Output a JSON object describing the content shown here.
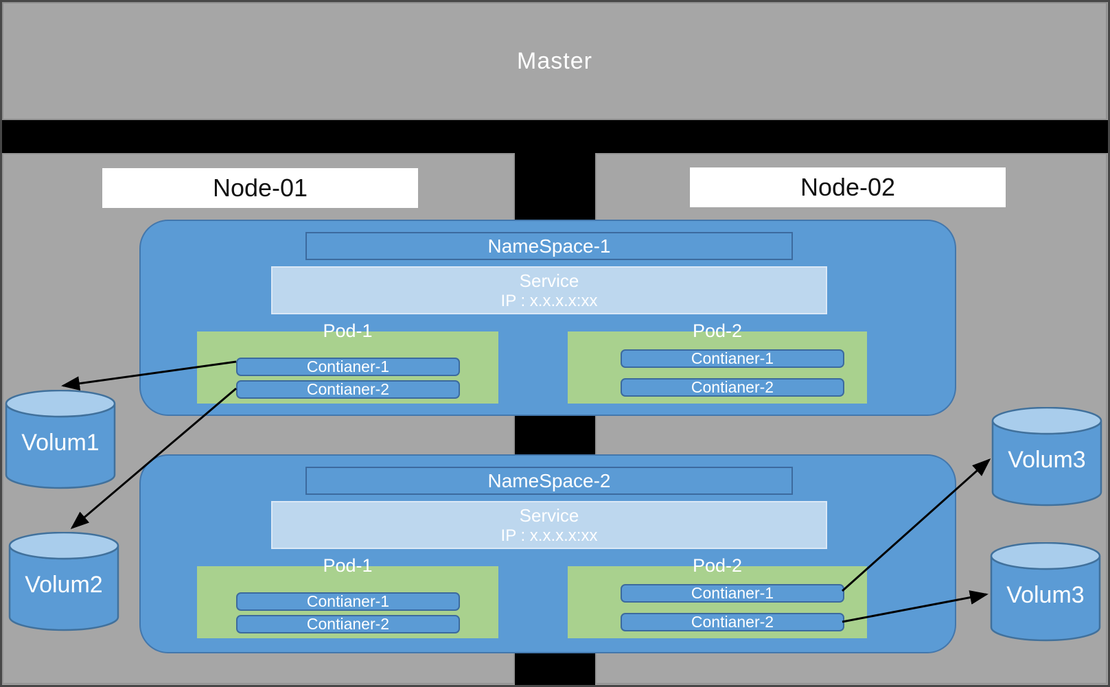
{
  "master": {
    "label": "Master"
  },
  "nodes": [
    {
      "label": "Node-01"
    },
    {
      "label": "Node-02"
    }
  ],
  "namespaces": [
    {
      "title": "NameSpace-1",
      "service": {
        "name": "Service",
        "ip": "IP : x.x.x.x:xx"
      },
      "pods": [
        {
          "label": "Pod-1",
          "containers": [
            "Contianer-1",
            "Contianer-2"
          ]
        },
        {
          "label": "Pod-2",
          "containers": [
            "Contianer-1",
            "Contianer-2"
          ]
        }
      ]
    },
    {
      "title": "NameSpace-2",
      "service": {
        "name": "Service",
        "ip": "IP : x.x.x.x:xx"
      },
      "pods": [
        {
          "label": "Pod-1",
          "containers": [
            "Contianer-1",
            "Contianer-2"
          ]
        },
        {
          "label": "Pod-2",
          "containers": [
            "Contianer-1",
            "Contianer-2"
          ]
        }
      ]
    }
  ],
  "volumes": [
    {
      "label": "Volum1"
    },
    {
      "label": "Volum2"
    },
    {
      "label": "Volum3"
    },
    {
      "label": "Volum3"
    }
  ],
  "colors": {
    "background_gray": "#A6A6A6",
    "bar_black": "#000000",
    "namespace_blue": "#5B9BD5",
    "border_blue": "#41719C",
    "service_light_blue": "#BDD7EE",
    "pod_green": "#A9D18E",
    "cylinder_top_blue": "#A9CDEC",
    "node_label_white": "#FFFFFF"
  }
}
